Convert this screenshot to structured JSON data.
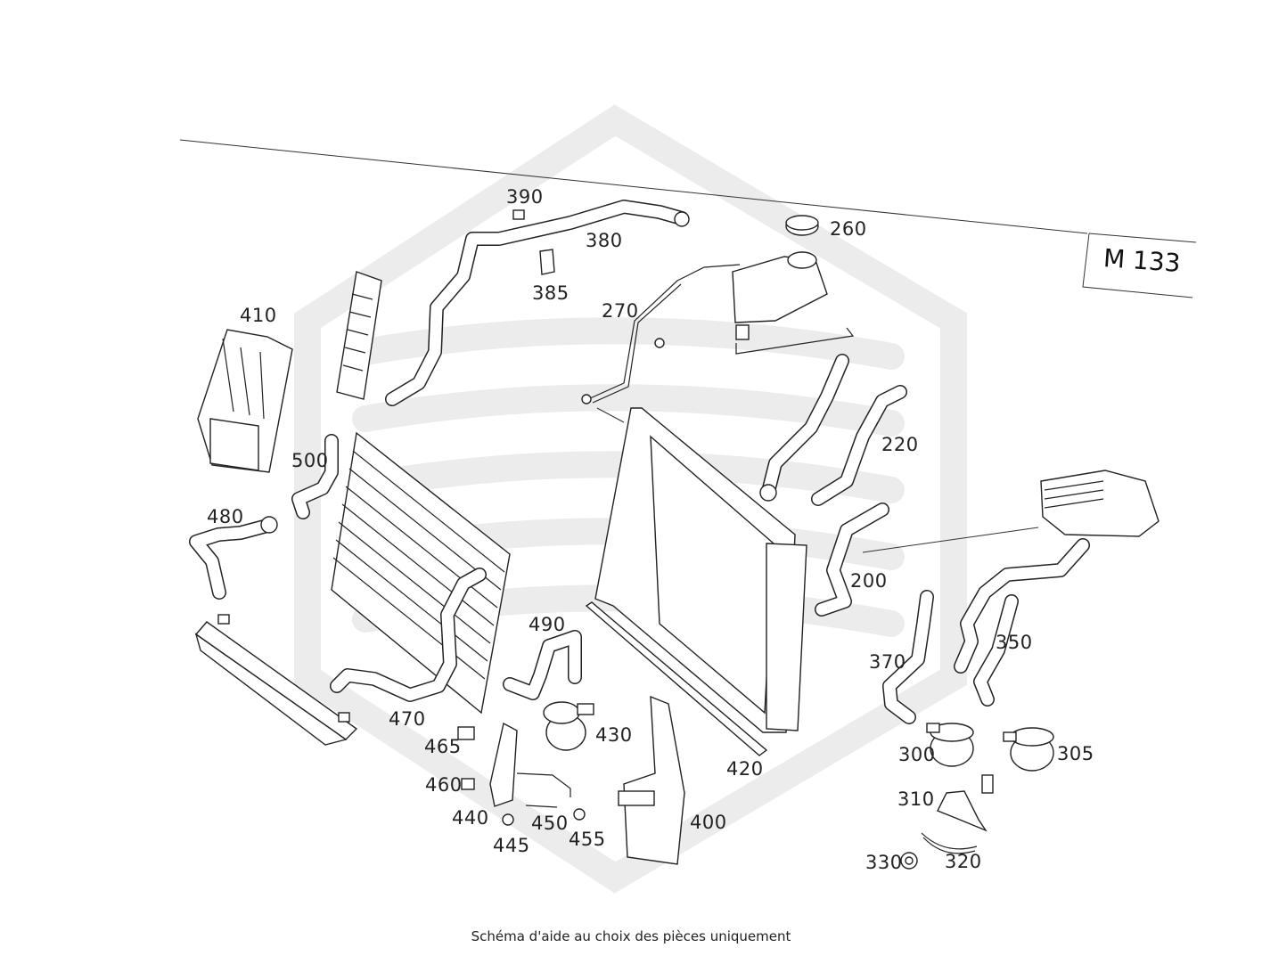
{
  "model": "M 133",
  "caption": "Schéma d'aide au choix des pièces uniquement",
  "watermark": "logo",
  "part_labels": {
    "p390": "390",
    "p385": "385",
    "p380": "380",
    "p260": "260",
    "p270": "270",
    "p410": "410",
    "p220": "220",
    "p500": "500",
    "p480": "480",
    "p200": "200",
    "p490": "490",
    "p350": "350",
    "p370": "370",
    "p470": "470",
    "p430": "430",
    "p420": "420",
    "p465": "465",
    "p300": "300",
    "p305": "305",
    "p460": "460",
    "p310": "310",
    "p440": "440",
    "p450": "450",
    "p455": "455",
    "p400": "400",
    "p445": "445",
    "p330": "330",
    "p320": "320"
  }
}
